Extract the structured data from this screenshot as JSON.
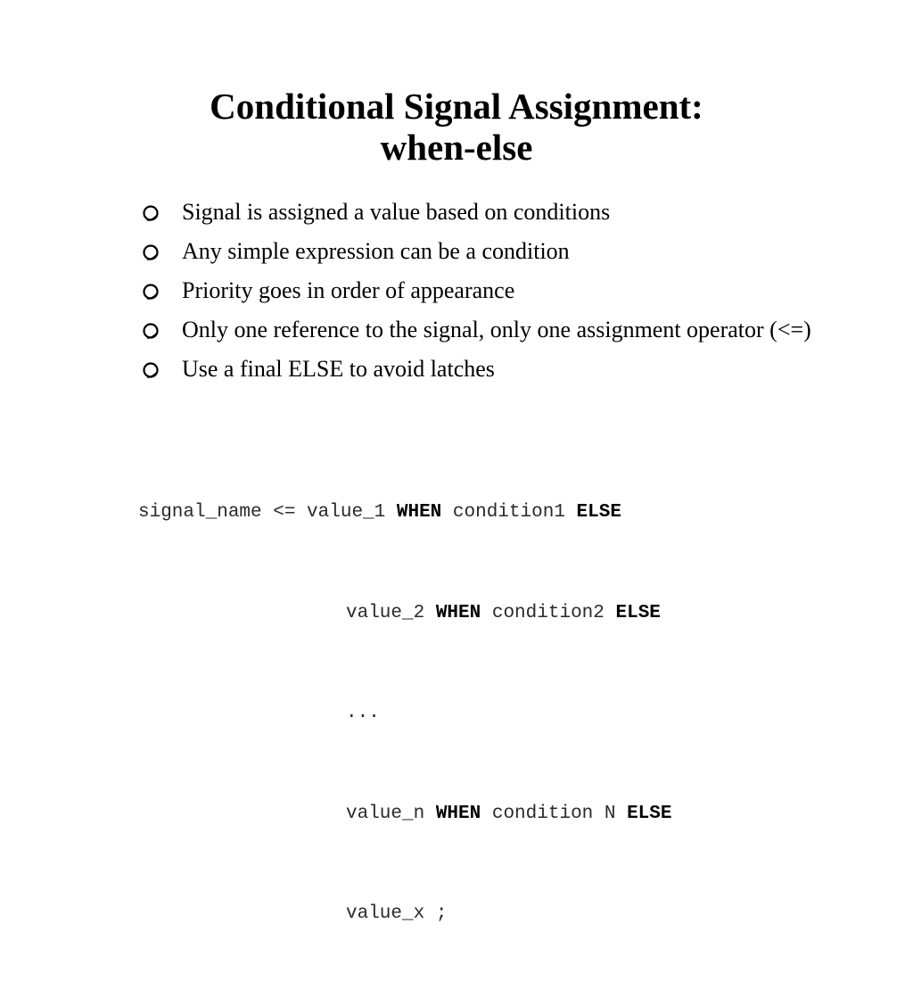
{
  "slide": {
    "title_line1": "Conditional Signal Assignment:",
    "title_line2": "when-else",
    "bullet_marker_icon": "hollow-circle-bullet-icon",
    "bullets": [
      "Signal is assigned a value based on conditions",
      "Any simple expression can be a condition",
      "Priority goes in order of appearance",
      "Only one reference to the signal, only one assignment operator (<=)",
      "Use a final ELSE to avoid latches"
    ],
    "code": {
      "line1": {
        "target": "signal_name",
        "op": " <= ",
        "value": "value_1 ",
        "when": "WHEN",
        "cond": " condition1 ",
        "else": "ELSE"
      },
      "line2": {
        "value": "value_2 ",
        "when": "WHEN",
        "cond": " condition2 ",
        "else": "ELSE"
      },
      "line3": {
        "text": "..."
      },
      "line4": {
        "value": "value_n ",
        "when": "WHEN",
        "cond": " condition N ",
        "else": "ELSE"
      },
      "line5": {
        "text": "value_x ;"
      }
    }
  }
}
